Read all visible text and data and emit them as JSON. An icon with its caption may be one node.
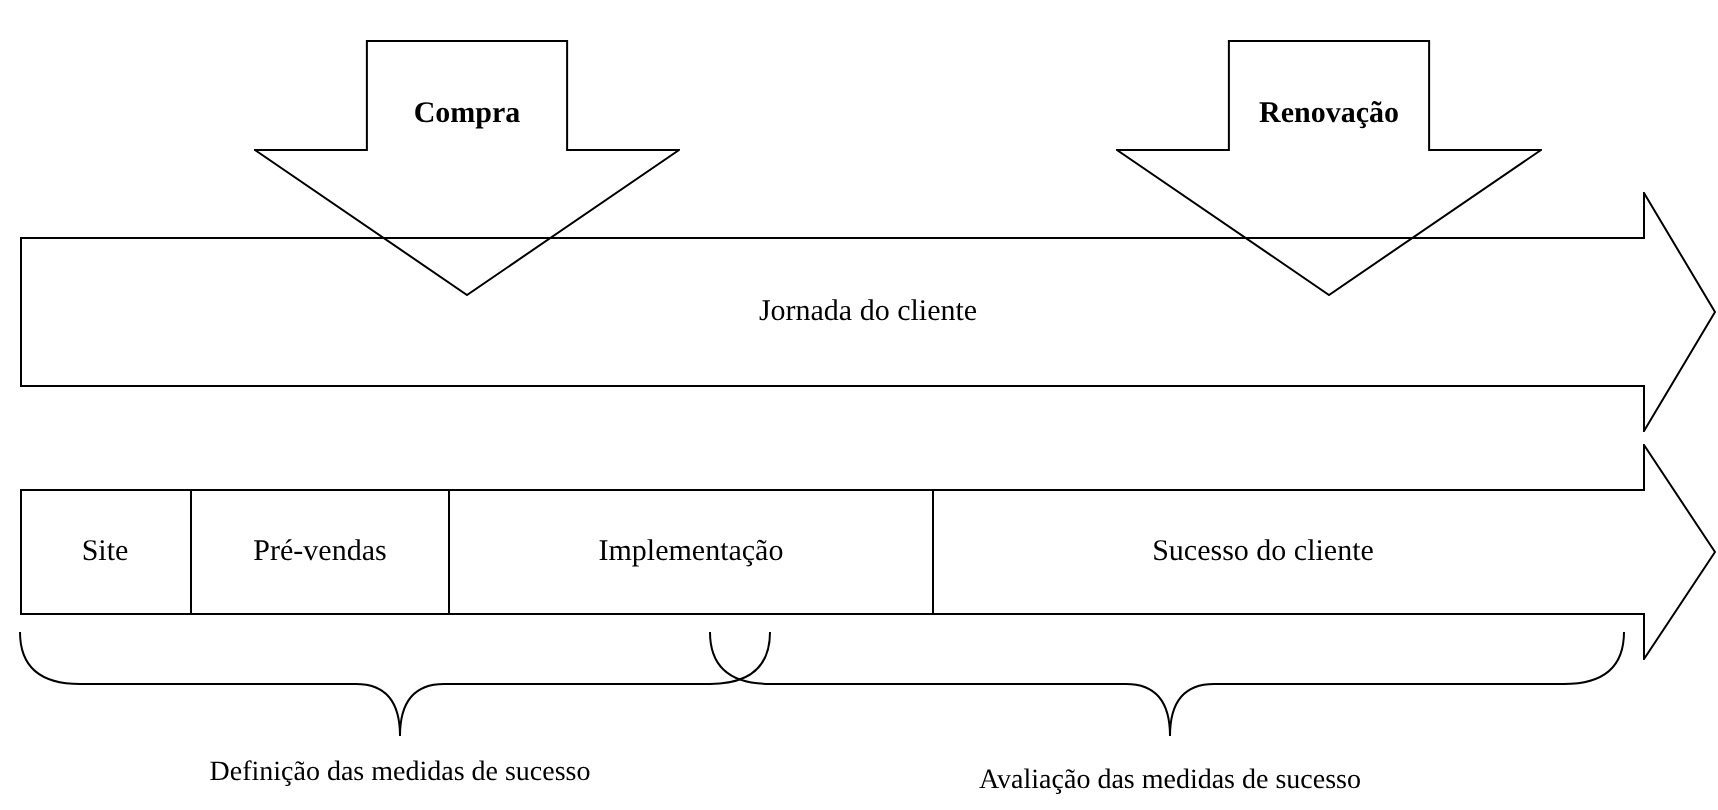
{
  "diagram": {
    "nodes": [
      {
        "text": [
          "Compra"
        ]
      },
      {
        "text": [
          "Renovação"
        ]
      },
      {
        "text": [
          "Jornada do cliente"
        ]
      },
      {
        "text": [],
        "shape": "arrow"
      },
      {
        "text": [
          "Site"
        ],
        "in": 3
      },
      {
        "text": [
          "Pré-vendas"
        ],
        "in": 3
      },
      {
        "text": [
          "Implementação"
        ],
        "in": 3
      },
      {
        "text": [
          "Sucesso do cliente"
        ],
        "in": 3
      }
    ],
    "edges": [],
    "labels": [
      "Definição das medidas de sucesso",
      "Avaliação das medidas de sucesso"
    ]
  }
}
